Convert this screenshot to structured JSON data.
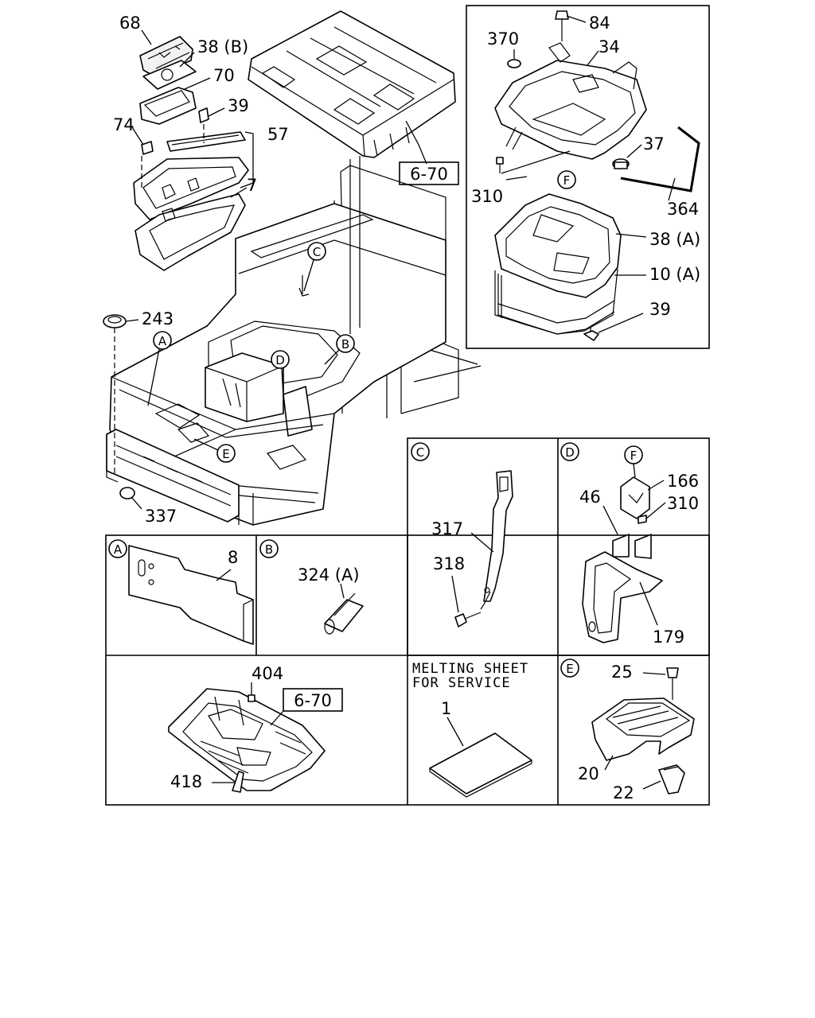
{
  "main": {
    "labels": {
      "p68": "68",
      "p38b": "38 (B)",
      "p70": "70",
      "p39a": "39",
      "p74": "74",
      "p57": "57",
      "p7": "7",
      "p243": "243",
      "p337": "337"
    },
    "ref_box": "6-70",
    "callouts": {
      "a": "A",
      "b": "B",
      "c": "C",
      "d": "D",
      "e": "E"
    }
  },
  "tray_box": {
    "labels": {
      "p84": "84",
      "p370": "370",
      "p34": "34",
      "p37": "37",
      "p310": "310",
      "p364": "364",
      "p38a": "38 (A)",
      "p10a": "10 (A)",
      "p39b": "39"
    },
    "callouts": {
      "f": "F"
    }
  },
  "detail_a": {
    "tag": "A",
    "labels": {
      "p8": "8"
    }
  },
  "detail_b": {
    "tag": "B",
    "labels": {
      "p324a": "324 (A)"
    }
  },
  "detail_c": {
    "tag": "C",
    "labels": {
      "p317": "317",
      "p318": "318"
    }
  },
  "detail_d": {
    "tag": "D",
    "labels": {
      "p166": "166",
      "p46": "46",
      "p310": "310",
      "p179": "179"
    },
    "callouts": {
      "f": "F"
    }
  },
  "detail_floor": {
    "labels": {
      "p404": "404",
      "p418": "418"
    },
    "ref_box": "6-70"
  },
  "detail_sheet": {
    "note_line1": "MELTING SHEET",
    "note_line2": "FOR SERVICE",
    "labels": {
      "p1": "1"
    }
  },
  "detail_e": {
    "tag": "E",
    "labels": {
      "p25": "25",
      "p20": "20",
      "p22": "22"
    }
  }
}
